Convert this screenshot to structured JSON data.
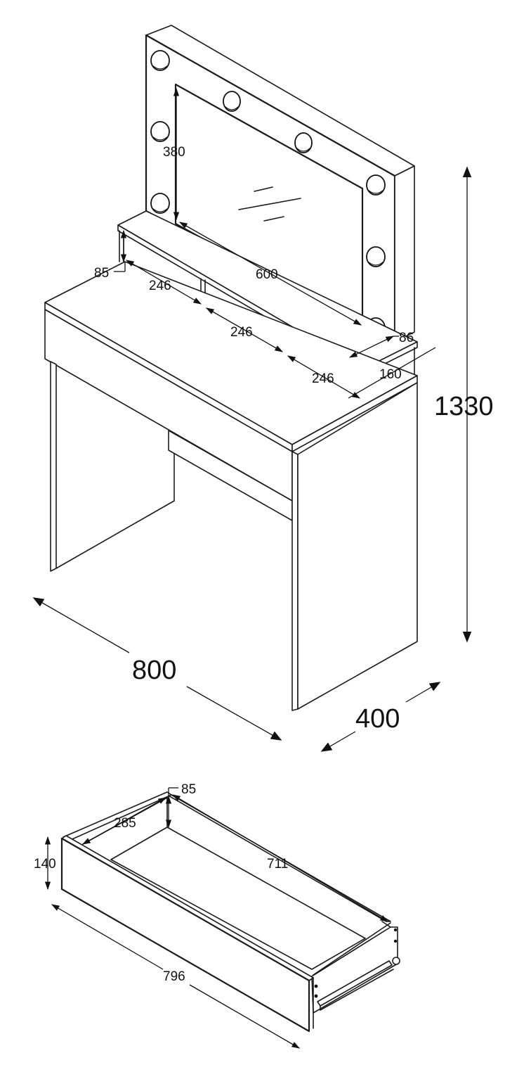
{
  "table_dimensions": {
    "mirror_height": "380",
    "mirror_width": "600",
    "shelf_height": "85",
    "compartment_1": "246",
    "compartment_2": "246",
    "compartment_3": "246",
    "mirror_frame_depth": "86",
    "shelf_depth": "160",
    "total_height": "1330",
    "total_width": "800",
    "total_depth": "400"
  },
  "drawer_dimensions": {
    "inner_height": "85",
    "inner_depth": "285",
    "inner_length": "711",
    "front_height": "140",
    "front_width": "796"
  },
  "icons": {
    "bulb": "bulb-icon"
  }
}
